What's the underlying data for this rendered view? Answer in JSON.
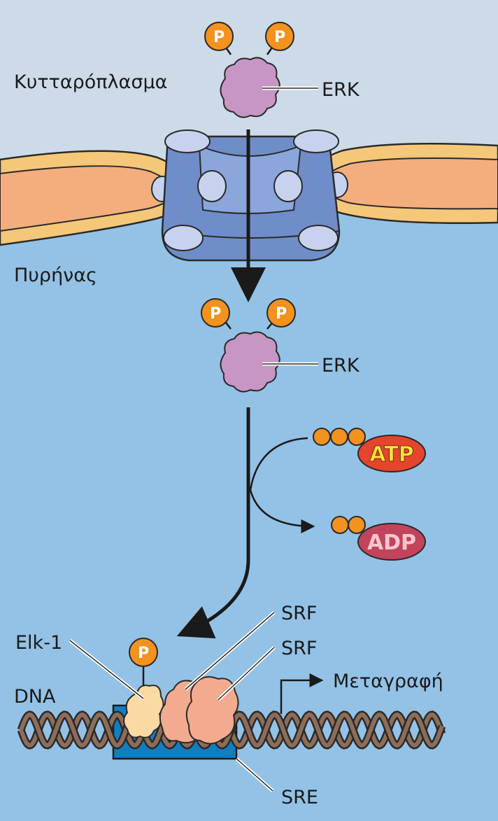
{
  "labels": {
    "cytoplasm": "Κυτταρόπλασμα",
    "nucleus": "Πυρήνας",
    "erk_top": "ERK",
    "erk_mid": "ERK",
    "atp": "ATP",
    "adp": "ADP",
    "elk1": "Elk-1",
    "srf_1": "SRF",
    "srf_2": "SRF",
    "dna": "DNA",
    "transcription": "Μεταγραφή",
    "sre": "SRE",
    "phosphate": "P"
  },
  "colors": {
    "cytoplasm_bg": "#cddbe8",
    "nucleus_bg": "#93c2e6",
    "membrane_outer": "#f5c779",
    "membrane_inner": "#f4ad7c",
    "pore": "#6f8dc9",
    "pore_light": "#8aa6db",
    "pore_subunit": "#c7d3ee",
    "erk": "#c796c4",
    "phosphate": "#f3921f",
    "atp": "#e4452b",
    "atp_text": "#ffe637",
    "adp": "#c2445a",
    "adp_text": "#f7c6cf",
    "elk1": "#fbd9a3",
    "srf": "#f3ab90",
    "sre_box": "#0f7fc2",
    "dna": "#8e6d58"
  }
}
